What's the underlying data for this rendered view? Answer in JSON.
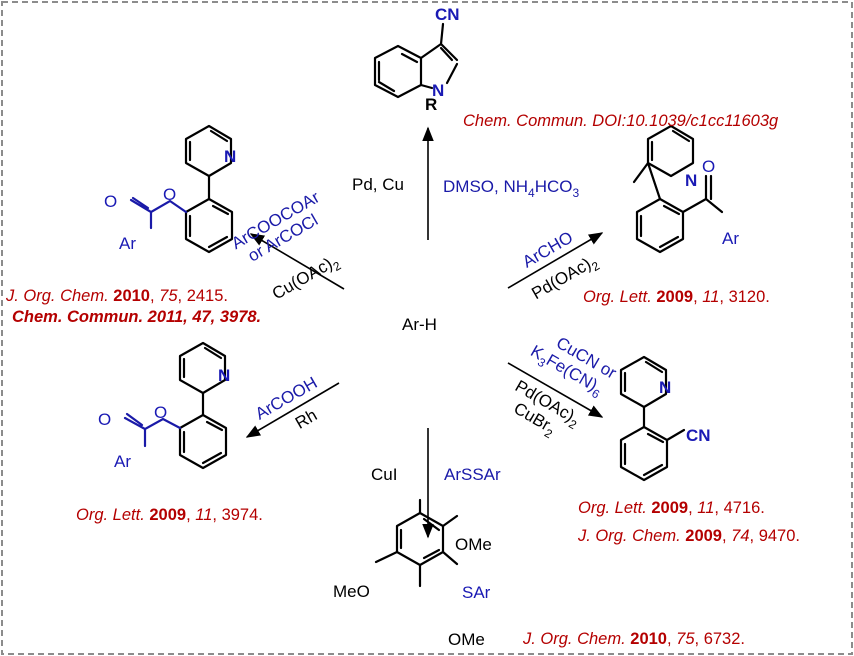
{
  "colors": {
    "blue": "#1a1aa8",
    "red": "#b40000",
    "black": "#000000",
    "frame": "#8c8c8c"
  },
  "center": "Ar-H",
  "indole": {
    "cn": "CN",
    "n": "N",
    "r": "R"
  },
  "pyridine_n": "N",
  "ester_top": {
    "o1": "O",
    "o2": "O",
    "ar": "Ar"
  },
  "ester_bottom": {
    "o1": "O",
    "o2": "O",
    "ar": "Ar"
  },
  "ketone": {
    "o": "O",
    "ar": "Ar"
  },
  "nitrile": {
    "cn": "CN"
  },
  "thioether": {
    "ome": "OMe",
    "meo": "MeO",
    "sar": "SAr"
  },
  "reagents": {
    "up_left": "Pd, Cu",
    "up_right_a": "DMSO, NH",
    "up_right_b": "4",
    "up_right_c": "HCO",
    "up_right_d": "3",
    "ul_top1": "ArCOOCOAr",
    "ul_top2": "or ArCOCl",
    "ul_bot_a": "Cu(OAc)",
    "ul_bot_b": "2",
    "ur_top": "ArCHO",
    "ur_bot_a": "Pd(OAc)",
    "ur_bot_b": "2",
    "ll_top": "ArCOOH",
    "ll_bot": "Rh",
    "lr_top1": "CuCN or",
    "lr_top2_a": "K",
    "lr_top2_b": "3",
    "lr_top2_c": "Fe(CN)",
    "lr_top2_d": "6",
    "lr_bot1_a": "Pd(OAc)",
    "lr_bot1_b": "2",
    "lr_bot2_a": "CuBr",
    "lr_bot2_b": "2",
    "down_left": "CuI",
    "down_right": "ArSSAr"
  },
  "refs": {
    "chemcomm_doi": "Chem. Commun. DOI:10.1039/c1cc11603g",
    "joc2010_a": "J. Org. Chem. ",
    "joc2010_b": "2010",
    "joc2010_c": ", ",
    "joc2010_d": "75",
    "joc2010_e": ", 2415.",
    "cc2011": "Chem. Commun. 2011, 47, 3978.",
    "ol3120_a": "Org. Lett. ",
    "ol3120_b": "2009",
    "ol3120_c": ", ",
    "ol3120_d": "11",
    "ol3120_e": ", 3120.",
    "ol3974_a": "Org. Lett. ",
    "ol3974_b": "2009",
    "ol3974_c": ", ",
    "ol3974_d": "11",
    "ol3974_e": ", 3974.",
    "ol4716_a": "Org. Lett. ",
    "ol4716_b": "2009",
    "ol4716_c": ", ",
    "ol4716_d": "11",
    "ol4716_e": ", 4716.",
    "joc9470_a": "J. Org. Chem. ",
    "joc9470_b": "2009",
    "joc9470_c": ", ",
    "joc9470_d": "74",
    "joc9470_e": ", 9470.",
    "joc6732_a": "J. Org. Chem. ",
    "joc6732_b": "2010",
    "joc6732_c": ", ",
    "joc6732_d": "75",
    "joc6732_e": ", 6732."
  }
}
